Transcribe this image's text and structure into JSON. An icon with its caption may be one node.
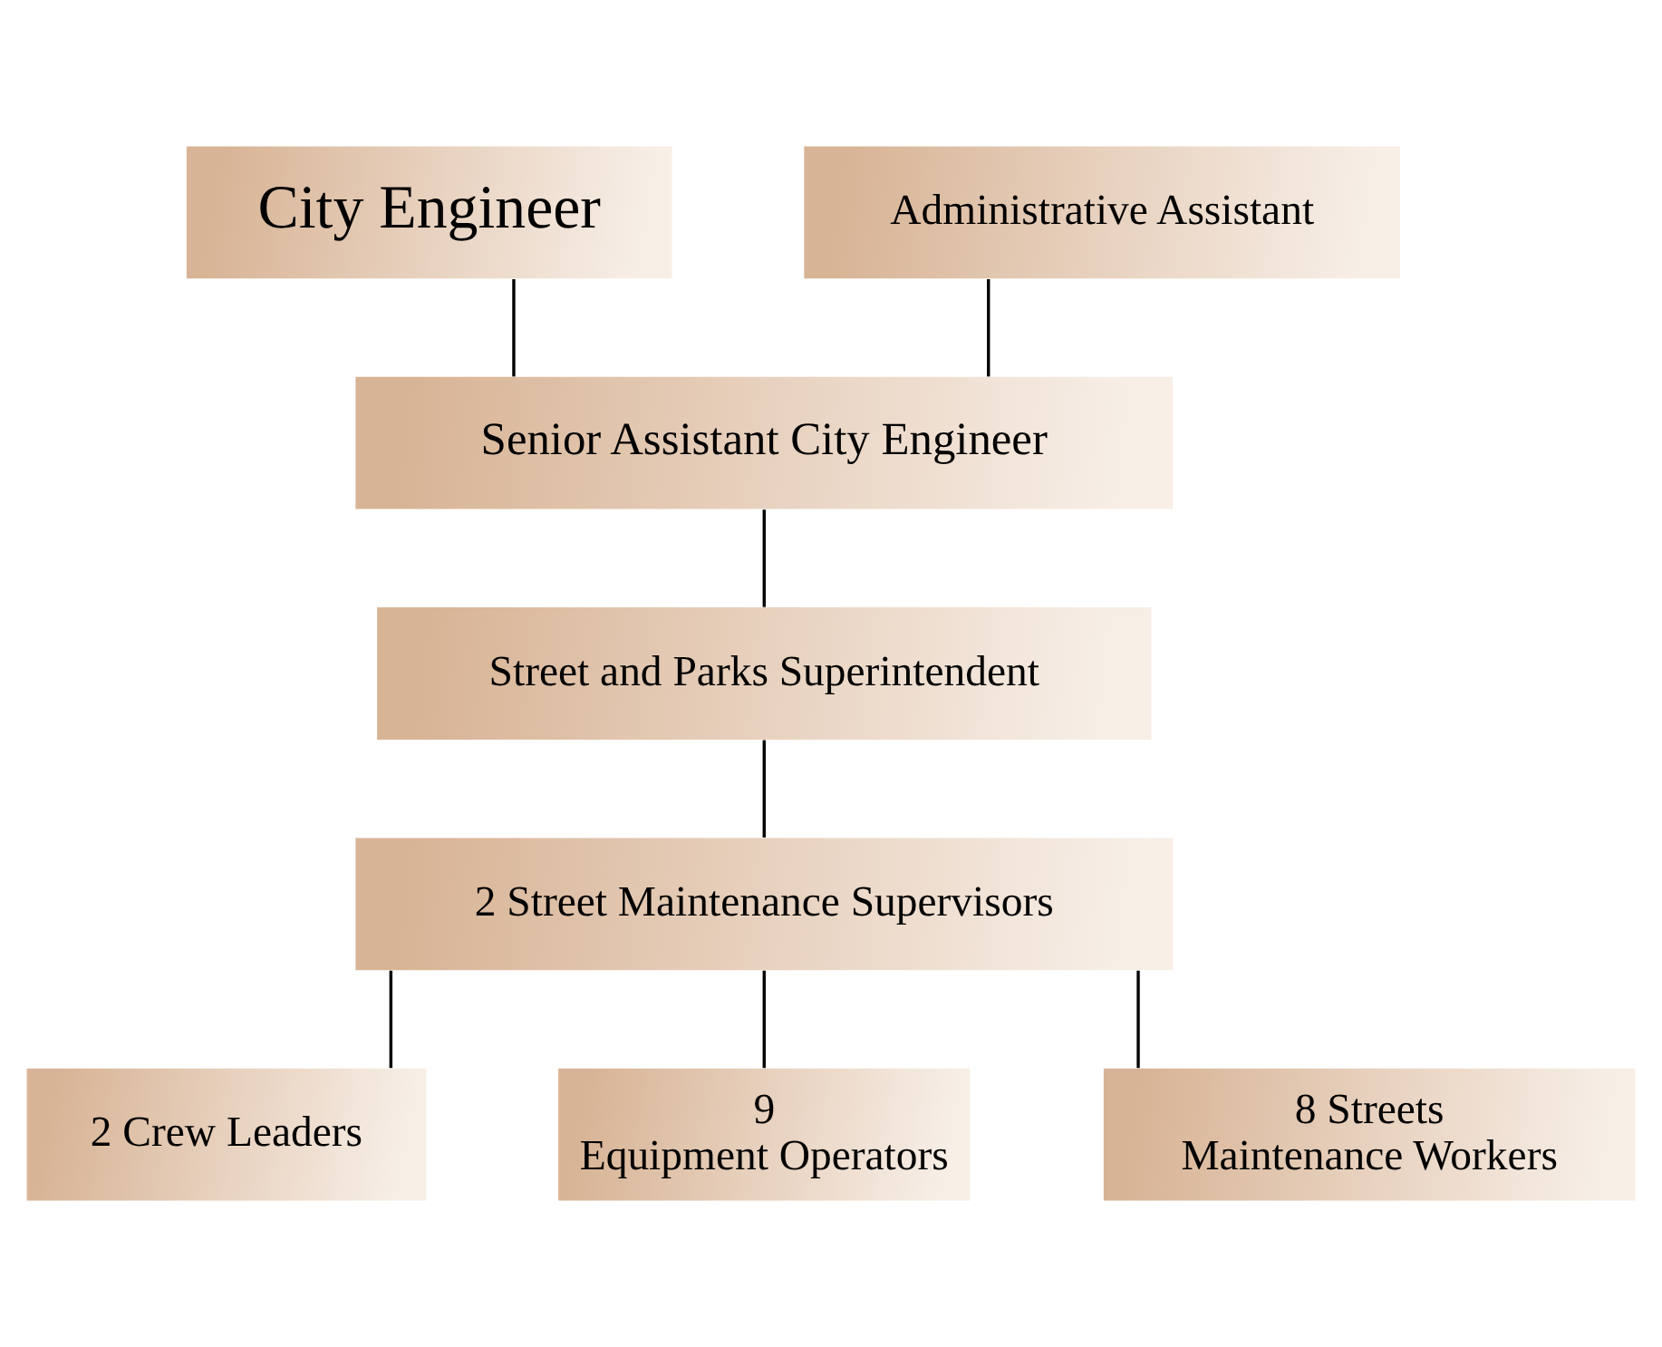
{
  "diagram": {
    "nodes": [
      {
        "text": [
          "City Engineer"
        ]
      },
      {
        "text": [
          "Senior Assistant City Engineer"
        ]
      },
      {
        "text": [
          "Administrative Assistant"
        ]
      },
      {
        "text": [
          "Street and Parks Superintendent"
        ]
      },
      {
        "text": [
          "2 Street Maintenance Supervisors"
        ]
      },
      {
        "text": [
          "2 Crew Leaders"
        ]
      },
      {
        "text": [
          "9 Equipment Operators"
        ]
      },
      {
        "text": [
          "8 Streets Maintenance Workers"
        ]
      }
    ],
    "edges": [
      {
        "from": 0,
        "to": 1,
        "arrow": "none"
      },
      {
        "from": 2,
        "to": 1,
        "arrow": "none"
      },
      {
        "from": 1,
        "to": 3,
        "arrow": "none"
      },
      {
        "from": 3,
        "to": 4,
        "arrow": "none"
      },
      {
        "from": 4,
        "to": 5,
        "arrow": "none"
      },
      {
        "from": 4,
        "to": 6,
        "arrow": "none"
      },
      {
        "from": 4,
        "to": 7,
        "arrow": "none"
      }
    ]
  }
}
